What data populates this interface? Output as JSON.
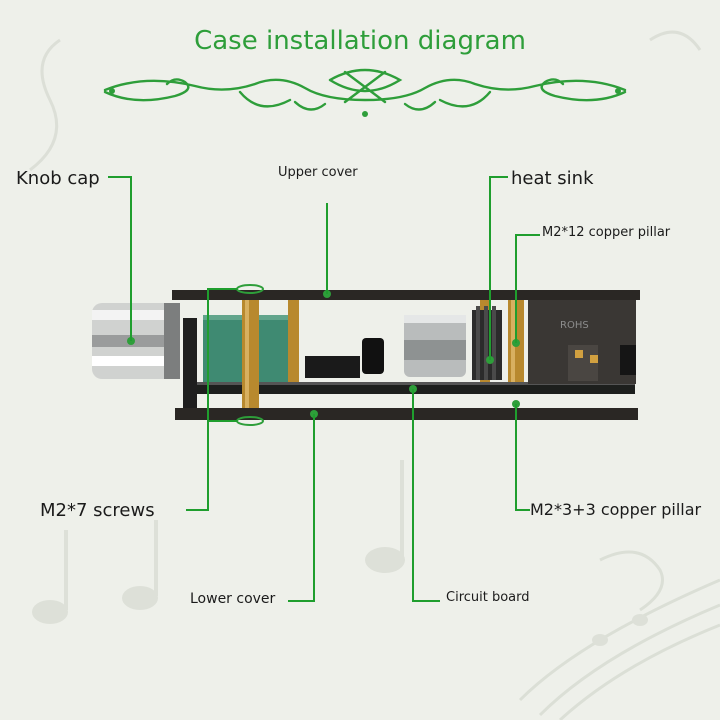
{
  "title": "Case installation diagram",
  "colors": {
    "title": "#2e9e3a",
    "leader": "#1f9e2e",
    "background": "#eef0ea",
    "board": "#1d1f1d",
    "copper": "#b8892e",
    "capacitor": "#3f8a72"
  },
  "labels": {
    "knob_cap": "Knob cap",
    "upper_cover": "Upper cover",
    "heat_sink": "heat sink",
    "m2_12_pillar": "M2*12 copper pillar",
    "m2_7_screws": "M2*7 screws",
    "m2_3_3_pillar": "M2*3+3 copper pillar",
    "lower_cover": "Lower cover",
    "circuit_board": "Circuit board"
  },
  "component_text": {
    "rohs": "ROHS"
  }
}
